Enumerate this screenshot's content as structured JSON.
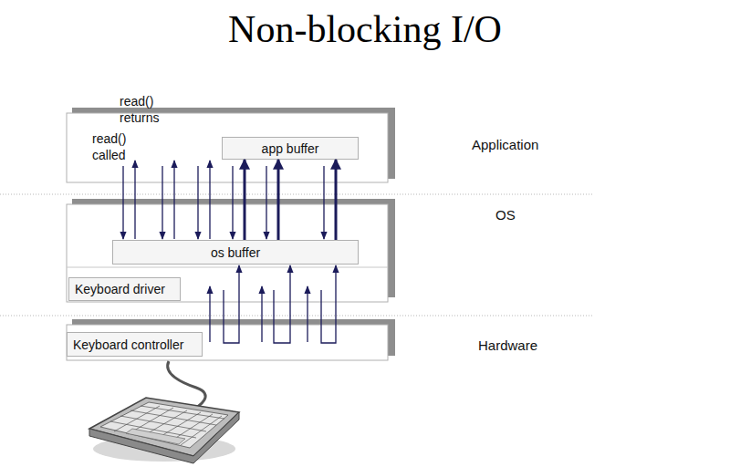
{
  "diagram": {
    "title": "Non-blocking I/O",
    "nodes": [
      {
        "text": [
          "app buffer"
        ]
      },
      {
        "text": [
          "os buffer"
        ]
      },
      {
        "text": [
          "Keyboard driver"
        ]
      },
      {
        "text": [
          "Keyboard controller"
        ]
      }
    ],
    "edges": [
      {
        "from": 1,
        "to": 0,
        "arrow": "to"
      },
      {
        "from": 1,
        "to": 0,
        "arrow": "to"
      },
      {
        "from": 1,
        "to": 0,
        "arrow": "to"
      }
    ],
    "labels": [
      "read() returns",
      "read() called",
      "Application",
      "OS",
      "Hardware"
    ]
  }
}
